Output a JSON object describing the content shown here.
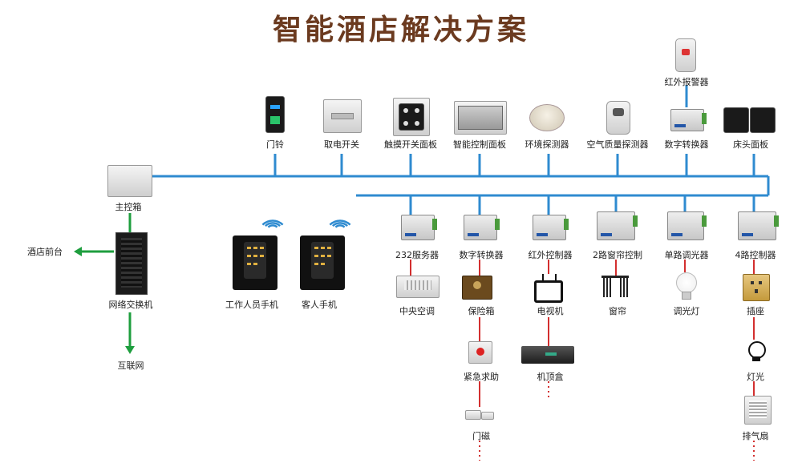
{
  "title": "智能酒店解决方案",
  "colors": {
    "bus": "#2f8bd0",
    "link": "#d32f2f",
    "arrow": "#1e9e3e",
    "title": "#6b3a1f"
  },
  "top_devices": [
    {
      "id": "doorbell",
      "label": "门铃",
      "icon": "doorbell-icon"
    },
    {
      "id": "power-switch",
      "label": "取电开关",
      "icon": "card-switch-icon"
    },
    {
      "id": "touch-panel",
      "label": "触摸开关面板",
      "icon": "touch-panel-icon"
    },
    {
      "id": "smart-panel",
      "label": "智能控制面板",
      "icon": "control-panel-icon"
    },
    {
      "id": "env-sensor",
      "label": "环境探测器",
      "icon": "smoke-sensor-icon"
    },
    {
      "id": "air-sensor",
      "label": "空气质量探测器",
      "icon": "air-sensor-icon"
    },
    {
      "id": "digital-converter-top",
      "label": "数字转换器",
      "icon": "converter-icon"
    },
    {
      "id": "bedside-panel",
      "label": "床头面板",
      "icon": "bedside-panel-icon"
    }
  ],
  "ir_alarm": {
    "label": "红外报警器",
    "icon": "pir-sensor-icon"
  },
  "main_box": {
    "label": "主控箱"
  },
  "switch": {
    "label": "网络交换机"
  },
  "front_desk": {
    "label": "酒店前台"
  },
  "internet": {
    "label": "互联网"
  },
  "phones": [
    {
      "label": "工作人员手机"
    },
    {
      "label": "客人手机"
    }
  ],
  "bottom_modules": [
    {
      "label": "232服务器",
      "chain": [
        {
          "label": "中央空调",
          "icon": "ac-icon"
        }
      ],
      "more": false
    },
    {
      "label": "数字转换器",
      "chain": [
        {
          "label": "保险箱",
          "icon": "safe-icon"
        },
        {
          "label": "紧急求助",
          "icon": "emergency-button-icon"
        },
        {
          "label": "门磁",
          "icon": "door-magnet-icon"
        }
      ],
      "more": true
    },
    {
      "label": "红外控制器",
      "chain": [
        {
          "label": "电视机",
          "icon": "tv-icon"
        },
        {
          "label": "机顶盒",
          "icon": "settop-box-icon"
        }
      ],
      "more": true
    },
    {
      "label": "2路窗帘控制",
      "chain": [
        {
          "label": "窗帘",
          "icon": "curtain-icon"
        }
      ],
      "more": false
    },
    {
      "label": "单路调光器",
      "chain": [
        {
          "label": "调光灯",
          "icon": "bulb-icon"
        }
      ],
      "more": false
    },
    {
      "label": "4路控制器",
      "chain": [
        {
          "label": "插座",
          "icon": "socket-icon"
        },
        {
          "label": "灯光",
          "icon": "light-icon"
        },
        {
          "label": "排气扇",
          "icon": "fan-icon"
        }
      ],
      "more": true
    }
  ]
}
